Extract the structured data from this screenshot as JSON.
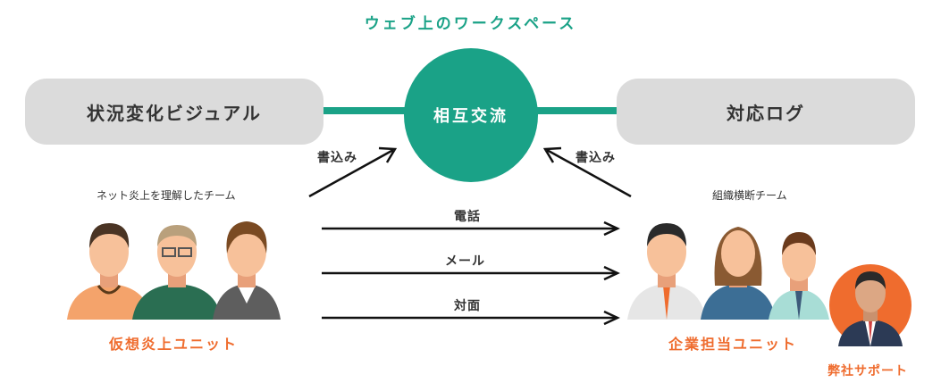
{
  "title": "ウェブ上のワークスペース",
  "center": "相互交流",
  "left_box": "状況変化ビジュアル",
  "right_box": "対応ログ",
  "write_left": "書込み",
  "write_right": "書込み",
  "left_team_caption": "ネット炎上を理解したチーム",
  "right_team_caption": "組織横断チーム",
  "channels": [
    "電話",
    "メール",
    "対面"
  ],
  "left_unit": "仮想炎上ユニット",
  "right_unit": "企業担当ユニット",
  "support": "弊社サポート",
  "colors": {
    "accent": "#1aa287",
    "orange": "#ef6c2e",
    "box": "#dbdbdb"
  }
}
